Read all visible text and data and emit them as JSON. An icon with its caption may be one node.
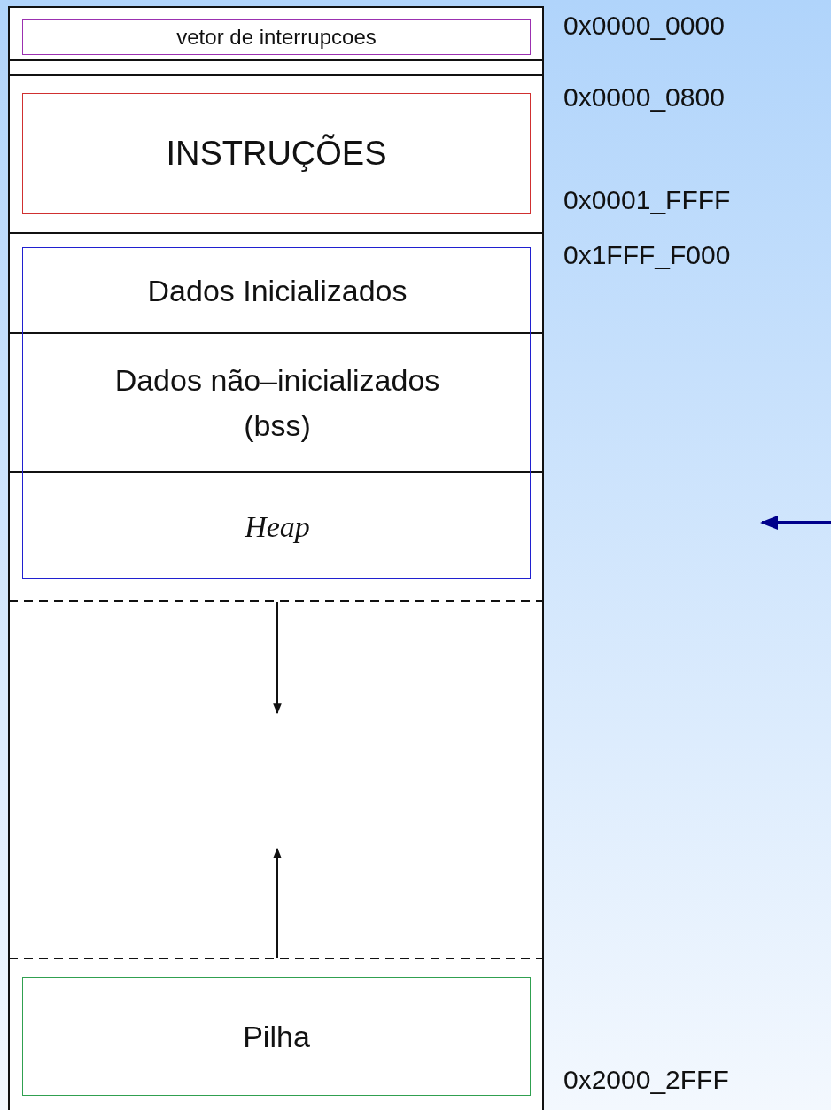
{
  "diagram": {
    "nodes": [
      {
        "text": [
          "vetor de interrupcoes"
        ]
      },
      {
        "text": [
          "INSTRUÇÕES"
        ]
      },
      {
        "text": [],
        "shape": "box"
      },
      {
        "text": [
          "Dados Inicializados"
        ],
        "in": 2
      },
      {
        "text": [
          "Dados não–inicializados (bss)"
        ],
        "in": 2
      },
      {
        "text": [
          "Heap"
        ],
        "in": 2
      },
      {
        "text": [
          "Pilha"
        ]
      }
    ],
    "labels": [
      "0x0000_0000",
      "0x0000_0800",
      "0x0001_FFFF",
      "0x1FFF_F000",
      "0x2000_2FFF"
    ]
  }
}
